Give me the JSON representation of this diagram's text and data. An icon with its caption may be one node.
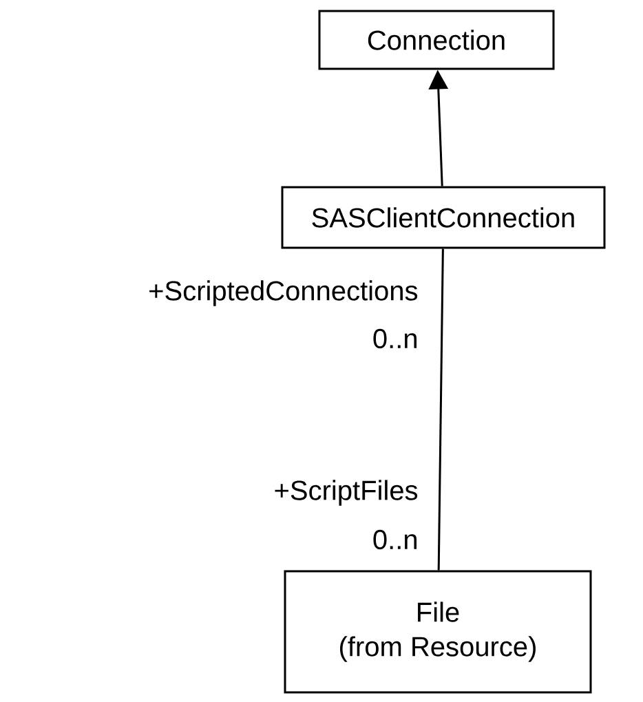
{
  "diagram": {
    "nodes": [
      {
        "text": [
          "Connection"
        ]
      },
      {
        "text": [
          "SASClientConnection"
        ]
      },
      {
        "text": [
          "File",
          "(from Resource)"
        ]
      }
    ],
    "edges": [
      {
        "from": 1,
        "to": 0,
        "arrow": "to"
      },
      {
        "from": 1,
        "to": 2,
        "arrow": "none"
      }
    ],
    "labels": [
      "+ScriptedConnections",
      "0..n",
      "+ScriptFiles",
      "0..n"
    ]
  }
}
